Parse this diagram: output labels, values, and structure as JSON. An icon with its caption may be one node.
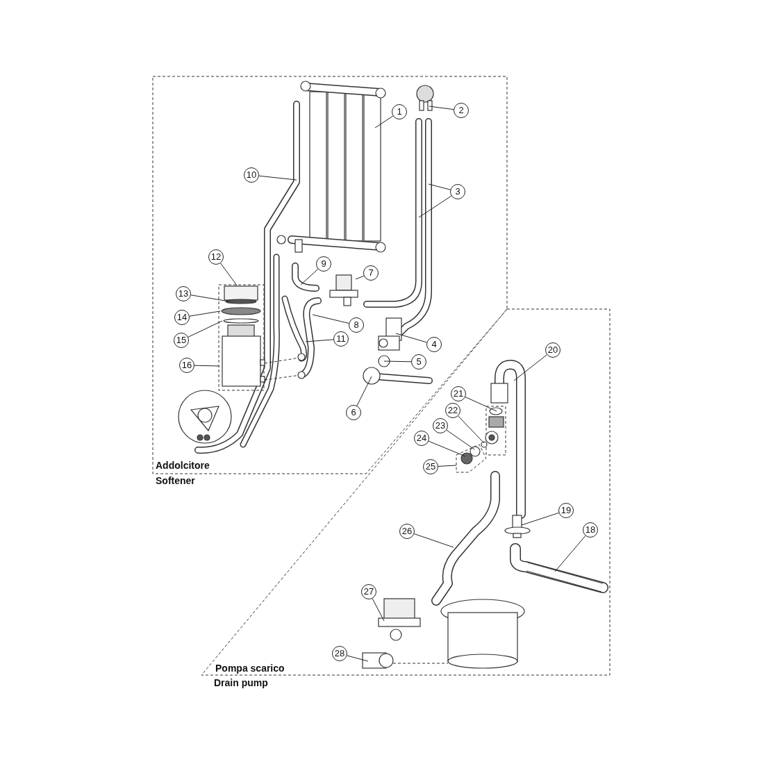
{
  "diagram": {
    "nodes": [
      {
        "text": [
          "Addolcitore",
          "Softener"
        ]
      },
      {
        "text": [
          "1"
        ],
        "in": 0
      },
      {
        "text": [
          "2"
        ],
        "in": 0
      },
      {
        "text": [
          "3"
        ],
        "in": 0
      },
      {
        "text": [
          "4"
        ],
        "in": 0
      },
      {
        "text": [
          "5"
        ],
        "in": 0
      },
      {
        "text": [
          "6"
        ],
        "in": 0
      },
      {
        "text": [
          "7"
        ],
        "in": 0
      },
      {
        "text": [
          "8"
        ],
        "in": 0
      },
      {
        "text": [
          "9"
        ],
        "in": 0
      },
      {
        "text": [
          "10"
        ],
        "in": 0
      },
      {
        "text": [
          "11"
        ],
        "in": 0
      },
      {
        "text": [
          "12"
        ],
        "in": 0
      },
      {
        "text": [
          "13"
        ],
        "in": 0
      },
      {
        "text": [
          "14"
        ],
        "in": 0
      },
      {
        "text": [
          "15"
        ],
        "in": 0
      },
      {
        "text": [
          "16"
        ],
        "in": 0
      },
      {
        "text": [
          "Pompa scarico",
          "Drain pump"
        ]
      },
      {
        "text": [
          "18"
        ],
        "in": 17
      },
      {
        "text": [
          "19"
        ],
        "in": 17
      },
      {
        "text": [
          "20"
        ],
        "in": 17
      },
      {
        "text": [
          "21"
        ],
        "in": 17
      },
      {
        "text": [
          "22"
        ],
        "in": 17
      },
      {
        "text": [
          "23"
        ],
        "in": 17
      },
      {
        "text": [
          "24"
        ],
        "in": 17
      },
      {
        "text": [
          "25"
        ],
        "in": 17
      },
      {
        "text": [
          "26"
        ],
        "in": 17
      },
      {
        "text": [
          "27"
        ],
        "in": 17
      },
      {
        "text": [
          "28"
        ],
        "in": 17
      }
    ],
    "edges": [
      {
        "from": 1,
        "to": null,
        "arrow": "none"
      },
      {
        "from": 2,
        "to": null,
        "arrow": "none"
      },
      {
        "from": 3,
        "to": null,
        "arrow": "none"
      },
      {
        "from": 3,
        "to": null,
        "arrow": "none"
      },
      {
        "from": 4,
        "to": null,
        "arrow": "none"
      },
      {
        "from": 5,
        "to": null,
        "arrow": "none"
      },
      {
        "from": 6,
        "to": null,
        "arrow": "none"
      },
      {
        "from": 7,
        "to": null,
        "arrow": "none"
      },
      {
        "from": 8,
        "to": null,
        "arrow": "none"
      },
      {
        "from": 9,
        "to": null,
        "arrow": "none"
      },
      {
        "from": 10,
        "to": null,
        "arrow": "none"
      },
      {
        "from": 11,
        "to": null,
        "arrow": "none"
      },
      {
        "from": 12,
        "to": null,
        "arrow": "none"
      },
      {
        "from": 13,
        "to": null,
        "arrow": "none"
      },
      {
        "from": 14,
        "to": null,
        "arrow": "none"
      },
      {
        "from": 15,
        "to": null,
        "arrow": "none"
      },
      {
        "from": 16,
        "to": null,
        "arrow": "none"
      },
      {
        "from": 18,
        "to": null,
        "arrow": "none"
      },
      {
        "from": 19,
        "to": null,
        "arrow": "none"
      },
      {
        "from": 20,
        "to": null,
        "arrow": "none"
      },
      {
        "from": 21,
        "to": null,
        "arrow": "none"
      },
      {
        "from": 22,
        "to": null,
        "arrow": "none"
      },
      {
        "from": 23,
        "to": null,
        "arrow": "none"
      },
      {
        "from": 24,
        "to": null,
        "arrow": "none"
      },
      {
        "from": 25,
        "to": null,
        "arrow": "none"
      },
      {
        "from": 26,
        "to": null,
        "arrow": "none"
      },
      {
        "from": 27,
        "to": null,
        "arrow": "none"
      },
      {
        "from": 28,
        "to": null,
        "arrow": "none"
      }
    ]
  }
}
